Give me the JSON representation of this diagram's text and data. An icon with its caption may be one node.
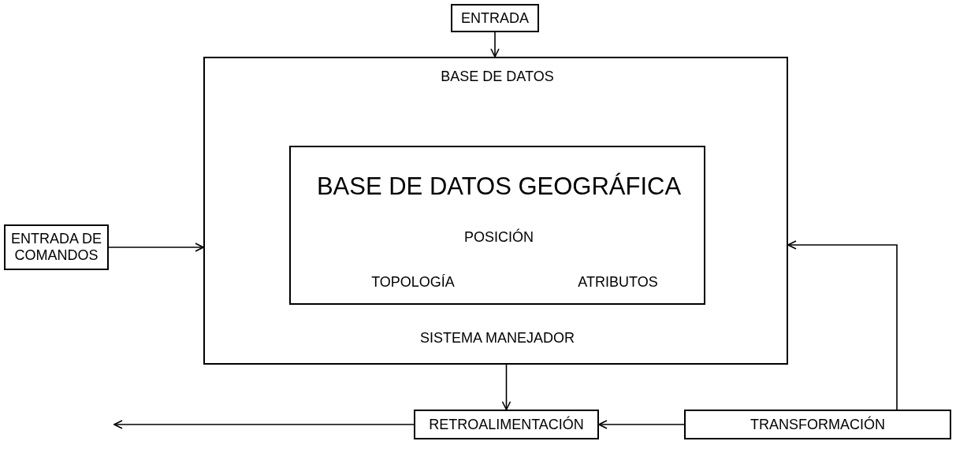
{
  "diagram": {
    "nodes": [
      {
        "text": [
          "ENTRADA"
        ]
      },
      {
        "text": [
          "BASE DE DATOS",
          "SISTEMA MANEJADOR"
        ]
      },
      {
        "text": [
          "BASE DE DATOS GEOGRÁFICA",
          "POSICIÓN",
          "TOPOLOGÍA",
          "ATRIBUTOS"
        ],
        "in": 1
      },
      {
        "text": [
          "ENTRADA DE COMANDOS"
        ]
      },
      {
        "text": [
          "RETROALIMENTACIÓN"
        ]
      },
      {
        "text": [
          "TRANSFORMACIÓN"
        ]
      }
    ],
    "edges": [
      {
        "from": 0,
        "to": 1,
        "arrow": "to"
      },
      {
        "from": 3,
        "to": 1,
        "arrow": "to"
      },
      {
        "from": 5,
        "to": 1,
        "arrow": "to"
      },
      {
        "from": 1,
        "to": 4,
        "arrow": "to"
      },
      {
        "from": 5,
        "to": 4,
        "arrow": "to"
      },
      {
        "from": 4,
        "to": null,
        "arrow": "to"
      }
    ]
  }
}
